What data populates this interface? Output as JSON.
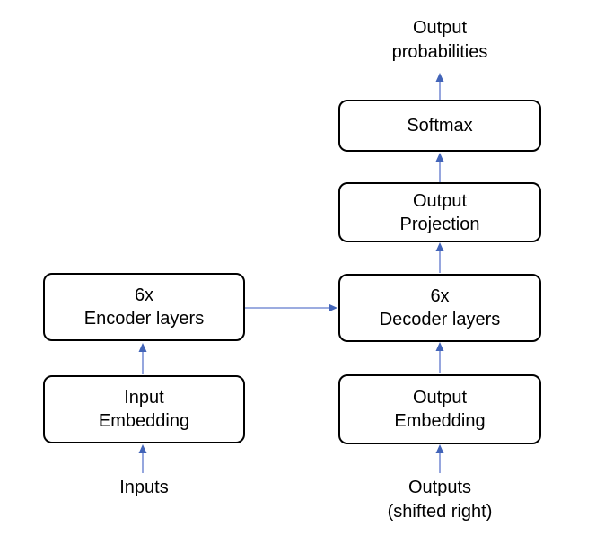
{
  "diagram": {
    "nodes": {
      "softmax": {
        "label": "Softmax"
      },
      "output_projection": {
        "line1": "Output",
        "line2": "Projection"
      },
      "encoder": {
        "line1": "6x",
        "line2": "Encoder layers"
      },
      "decoder": {
        "line1": "6x",
        "line2": "Decoder layers"
      },
      "input_embedding": {
        "line1": "Input",
        "line2": "Embedding"
      },
      "output_embedding": {
        "line1": "Output",
        "line2": "Embedding"
      }
    },
    "labels": {
      "output_probabilities": {
        "line1": "Output",
        "line2": "probabilities"
      },
      "inputs": "Inputs",
      "outputs": {
        "line1": "Outputs",
        "line2": "(shifted right)"
      }
    },
    "colors": {
      "arrow_line": "#7B90D6",
      "arrow_head": "#4264B8",
      "box_border": "#000000",
      "text": "#000000",
      "background": "#FFFFFF"
    }
  }
}
